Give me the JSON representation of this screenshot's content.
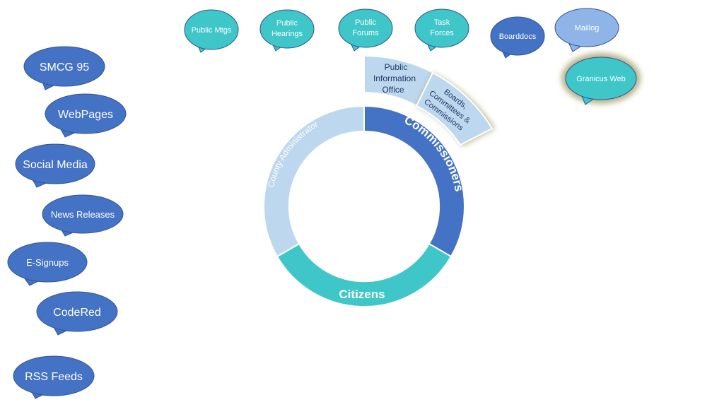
{
  "colors": {
    "teal": "#3fc6c9",
    "blue": "#4472c4",
    "light_blue": "#bdd7ee",
    "mid_blue": "#5b8fd6",
    "mailog_fill": "#8fb4e8",
    "glow": "#b7b48a",
    "outline": "#2f5597",
    "white": "#ffffff"
  },
  "left_bubbles": [
    {
      "label": "SMCG 95"
    },
    {
      "label": "WebPages"
    },
    {
      "label": "Social Media"
    },
    {
      "label": "News Releases"
    },
    {
      "label": "E-Signups"
    },
    {
      "label": "CodeRed"
    },
    {
      "label": "RSS Feeds"
    }
  ],
  "top_bubbles": [
    {
      "lines": [
        "Public Mtgs"
      ]
    },
    {
      "lines": [
        "Public",
        "Hearings"
      ]
    },
    {
      "lines": [
        "Public",
        "Forums"
      ]
    },
    {
      "lines": [
        "Task",
        "Forces"
      ]
    },
    {
      "lines": [
        "Boarddocs"
      ]
    },
    {
      "lines": [
        "Maillog"
      ]
    },
    {
      "lines": [
        "Granicus Web"
      ]
    }
  ],
  "ring": {
    "segments": [
      {
        "label": "Commissioners"
      },
      {
        "label": "Citizens"
      },
      {
        "label": "County Administrator"
      }
    ],
    "outer_blocks": [
      {
        "lines": [
          "Public",
          "Information",
          "Office"
        ]
      },
      {
        "lines": [
          "Boards,",
          "Committees &",
          "Commissions"
        ]
      }
    ]
  }
}
